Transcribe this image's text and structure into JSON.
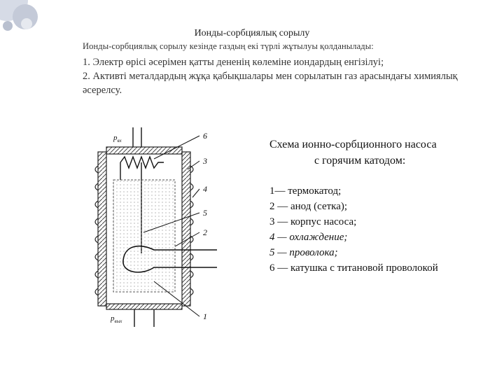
{
  "slide": {
    "title": "Ионды-сорбциялық сорылу",
    "intro": "Ионды-сорбциялық сорылу кезінде газдың екі түрлі жұтылуы қолданылады:",
    "items": [
      "1. Электр өрісі әсерімен қатты дененің көлеміне иондардың енгізілуі;",
      "2. Активті металдардың жұқа қабықшалары мен сорылатын газ арасындағы химиялық әсерелсу."
    ]
  },
  "caption": {
    "line1": "Схема ионно-сорбционного насоса",
    "line2": "с горячим катодом:"
  },
  "legend": [
    "1— термокатод;",
    "2 — анод (сетка);",
    "3 — корпус насоса;",
    "4 — охлаждение;",
    "5 — проволока;",
    "6 — катушка с титановой проволокой"
  ],
  "diagram": {
    "p_in": "p",
    "p_in_sub": "вх",
    "p_out": "p",
    "p_out_sub": "вых",
    "numbers": [
      "6",
      "3",
      "4",
      "5",
      "2",
      "1"
    ]
  }
}
